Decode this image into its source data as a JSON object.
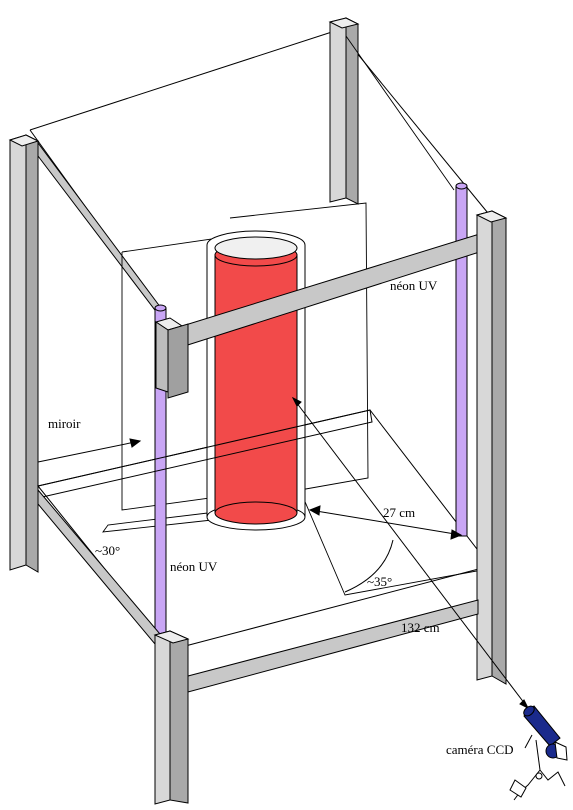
{
  "labels": {
    "mirror": "miroir",
    "neon_right": "néon UV",
    "neon_left": "néon UV",
    "angle_left": "~30°",
    "angle_right": "~35°",
    "distance_short": "27 cm",
    "distance_long": "132 cm",
    "camera": "caméra CCD"
  },
  "colors": {
    "frame_fill": "#c8c8c8",
    "frame_stroke": "#000000",
    "cylinder_fill": "#f24a4a",
    "cylinder_top": "#f0f0f0",
    "neon_fill": "#c9a6f5",
    "camera_body": "#1a2a8c",
    "line": "#000000"
  }
}
